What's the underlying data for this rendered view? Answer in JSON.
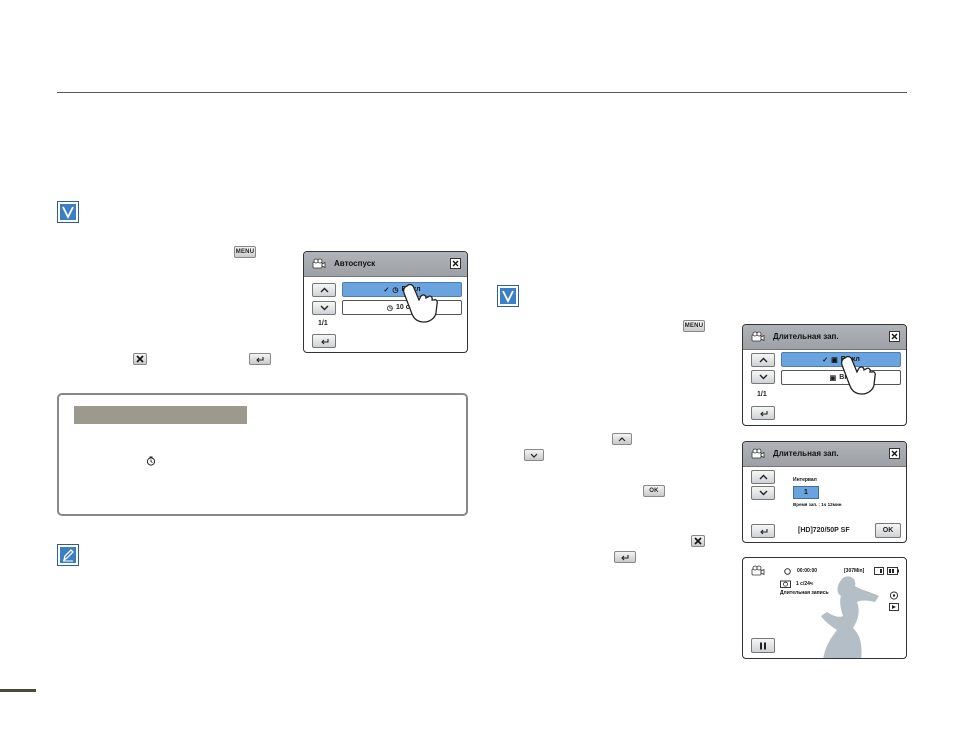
{
  "page": {
    "top_rule": "",
    "section_marker": ""
  },
  "keys": {
    "menu_label": "MENU",
    "ok_label": "OK"
  },
  "screen_self_timer": {
    "title": "Автоспуск",
    "option_off": "Выкл",
    "option_10s": "10 сек",
    "page": "1/1"
  },
  "screen_timelapse_menu": {
    "title": "Длительная зап.",
    "option_off": "Выкл",
    "option_on": "Вкл",
    "page": "1/1"
  },
  "screen_timelapse_set": {
    "title": "Длительная зап.",
    "interval_label": "Интервал",
    "interval_value": "1",
    "rec_time": "Время зап. : 1ч 12мин",
    "mode": "[HD]720/50P SF",
    "ok_label": "OK"
  },
  "screen_record": {
    "time": "00:00:00",
    "remaining": "[307Min]",
    "interval": "1 с/24ч",
    "status": "Длительная запись"
  },
  "colors": {
    "accent_blue": "#3b7fc4",
    "selected_option": "#6aa3dd",
    "header_gray": "#a7abb0",
    "info_bar": "#9c9a8c"
  }
}
